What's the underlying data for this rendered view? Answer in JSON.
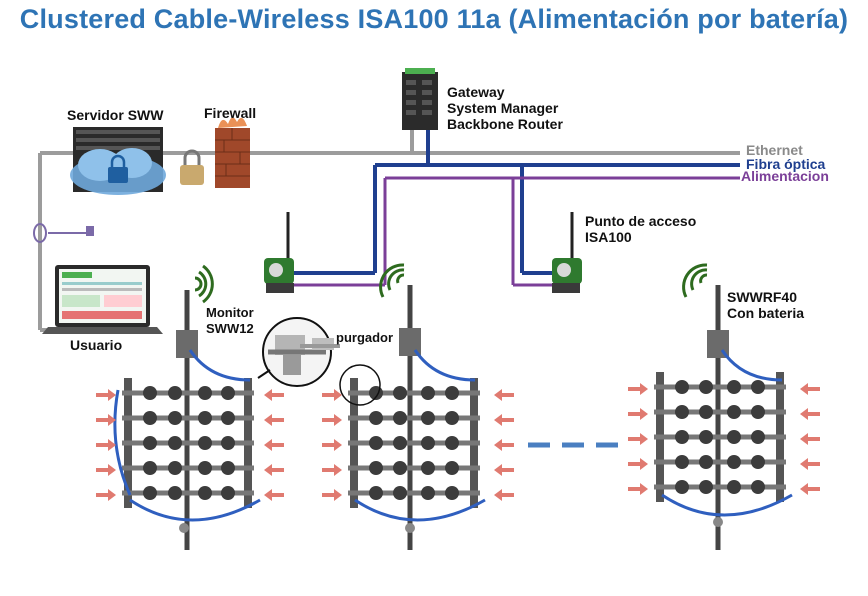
{
  "title": "Clustered Cable-Wireless ISA100 11a (Alimentación por batería)",
  "labels": {
    "server": "Servidor SWW",
    "firewall": "Firewall",
    "gateway_line1": "Gateway",
    "gateway_line2": "System Manager",
    "gateway_line3": "Backbone Router",
    "ethernet": "Ethernet",
    "fiber": "Fibra óptica",
    "power": "Alimentacion",
    "access_point_line1": "Punto de acceso",
    "access_point_line2": "ISA100",
    "monitor_line1": "Monitor",
    "monitor_line2": "SWW12",
    "purger": "purgador",
    "sww_line1": "SWWRF40",
    "sww_line2": "Con bateria",
    "user": "Usuario"
  },
  "colors": {
    "title": "#2e74b5",
    "ethernet": "#9a9a9a",
    "fiber": "#1f3f8f",
    "power": "#7b3f98",
    "arrow": "#e07a70",
    "wireless": "#2e6b1f",
    "device": "#2f7a2f"
  },
  "icons": [
    "server-icon",
    "cloud-lock-icon",
    "padlock-icon",
    "firewall-icon",
    "gateway-icon",
    "access-point-icon",
    "wireless-signal-icon",
    "laptop-icon",
    "steam-trap-icon",
    "magnifier-icon"
  ]
}
